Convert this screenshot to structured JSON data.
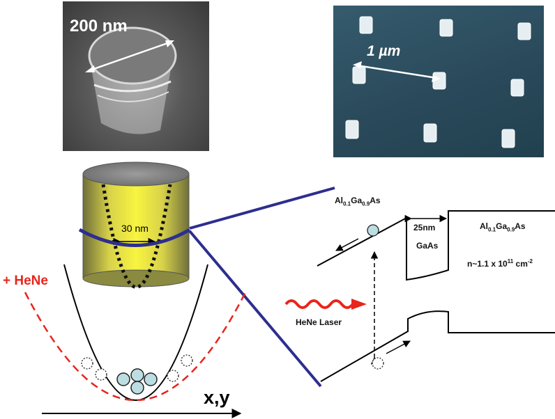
{
  "sem_left": {
    "scale_label": "200 nm"
  },
  "sem_right": {
    "scale_label": "1 µm"
  },
  "pillar": {
    "dot_width_label": "30 nm"
  },
  "potential": {
    "shifted_label": "+ HeNe",
    "axis_label": "x,y"
  },
  "band": {
    "left_material": {
      "base": "Al",
      "sub1": "0.1",
      "mid": "Ga",
      "sub2": "0.9",
      "end": "As"
    },
    "right_material": {
      "base": "Al",
      "sub1": "0.1",
      "mid": "Ga",
      "sub2": "0.9",
      "end": "As"
    },
    "well_width": "25nm",
    "well_material": "GaAs",
    "density": {
      "prefix": "n~1.1 x 10",
      "exp": "11",
      "unit": " cm",
      "unit_exp": "-2"
    },
    "laser_label": "HeNe Laser"
  },
  "colors": {
    "accent_blue": "#2d2e8f",
    "red": "#e8251c",
    "yellow": "#f5f03a",
    "particle": "#bcdde2"
  }
}
